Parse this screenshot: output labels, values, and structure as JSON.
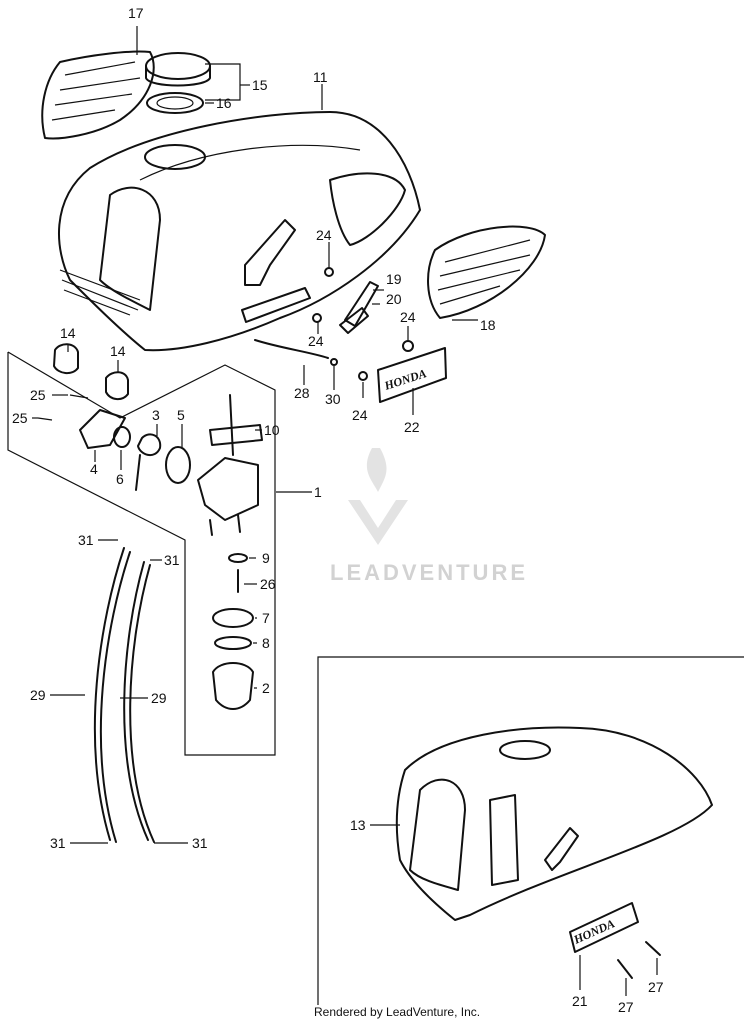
{
  "diagram": {
    "callouts": {
      "c1": "1",
      "c2": "2",
      "c3": "3",
      "c4": "4",
      "c5": "5",
      "c6": "6",
      "c7": "7",
      "c8": "8",
      "c9": "9",
      "c10": "10",
      "c11": "11",
      "c13": "13",
      "c14a": "14",
      "c14b": "14",
      "c15": "15",
      "c16": "16",
      "c17": "17",
      "c18": "18",
      "c19": "19",
      "c20": "20",
      "c21": "21",
      "c22": "22",
      "c24a": "24",
      "c24b": "24",
      "c24c": "24",
      "c24d": "24",
      "c25a": "25",
      "c25b": "25",
      "c26": "26",
      "c27a": "27",
      "c27b": "27",
      "c28": "28",
      "c29a": "29",
      "c29b": "29",
      "c30": "30",
      "c31a": "31",
      "c31b": "31",
      "c31c": "31",
      "c31d": "31"
    },
    "emblem_text_22": "HONDA",
    "emblem_text_21": "HONDA"
  },
  "watermark": {
    "text": "LEADVENTURE"
  },
  "footer": {
    "credit": "Rendered by LeadVenture, Inc."
  }
}
